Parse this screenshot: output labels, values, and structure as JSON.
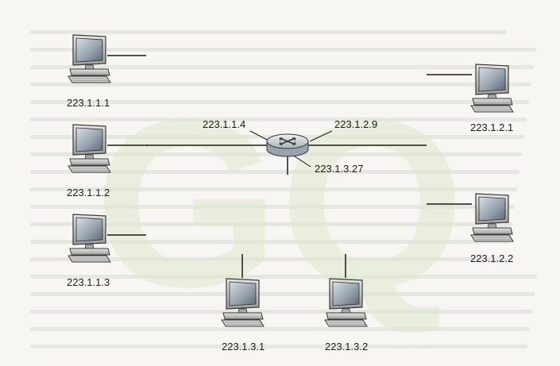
{
  "diagram": {
    "router": {
      "interfaces": {
        "west": "223.1.1.4",
        "east": "223.1.2.9",
        "south": "223.1.3.27"
      }
    },
    "hosts": [
      {
        "id": "h1",
        "ip": "223.1.1.1"
      },
      {
        "id": "h2",
        "ip": "223.1.1.2"
      },
      {
        "id": "h3",
        "ip": "223.1.1.3"
      },
      {
        "id": "h4",
        "ip": "223.1.2.1"
      },
      {
        "id": "h5",
        "ip": "223.1.2.2"
      },
      {
        "id": "h6",
        "ip": "223.1.3.1"
      },
      {
        "id": "h7",
        "ip": "223.1.3.2"
      }
    ],
    "colors": {
      "line": "#1a1a1a",
      "screen": "#9aa6b2",
      "computer_body": "#b7b7b5",
      "router": "#c8cdd2",
      "watermark": "#dfe8cf"
    }
  }
}
